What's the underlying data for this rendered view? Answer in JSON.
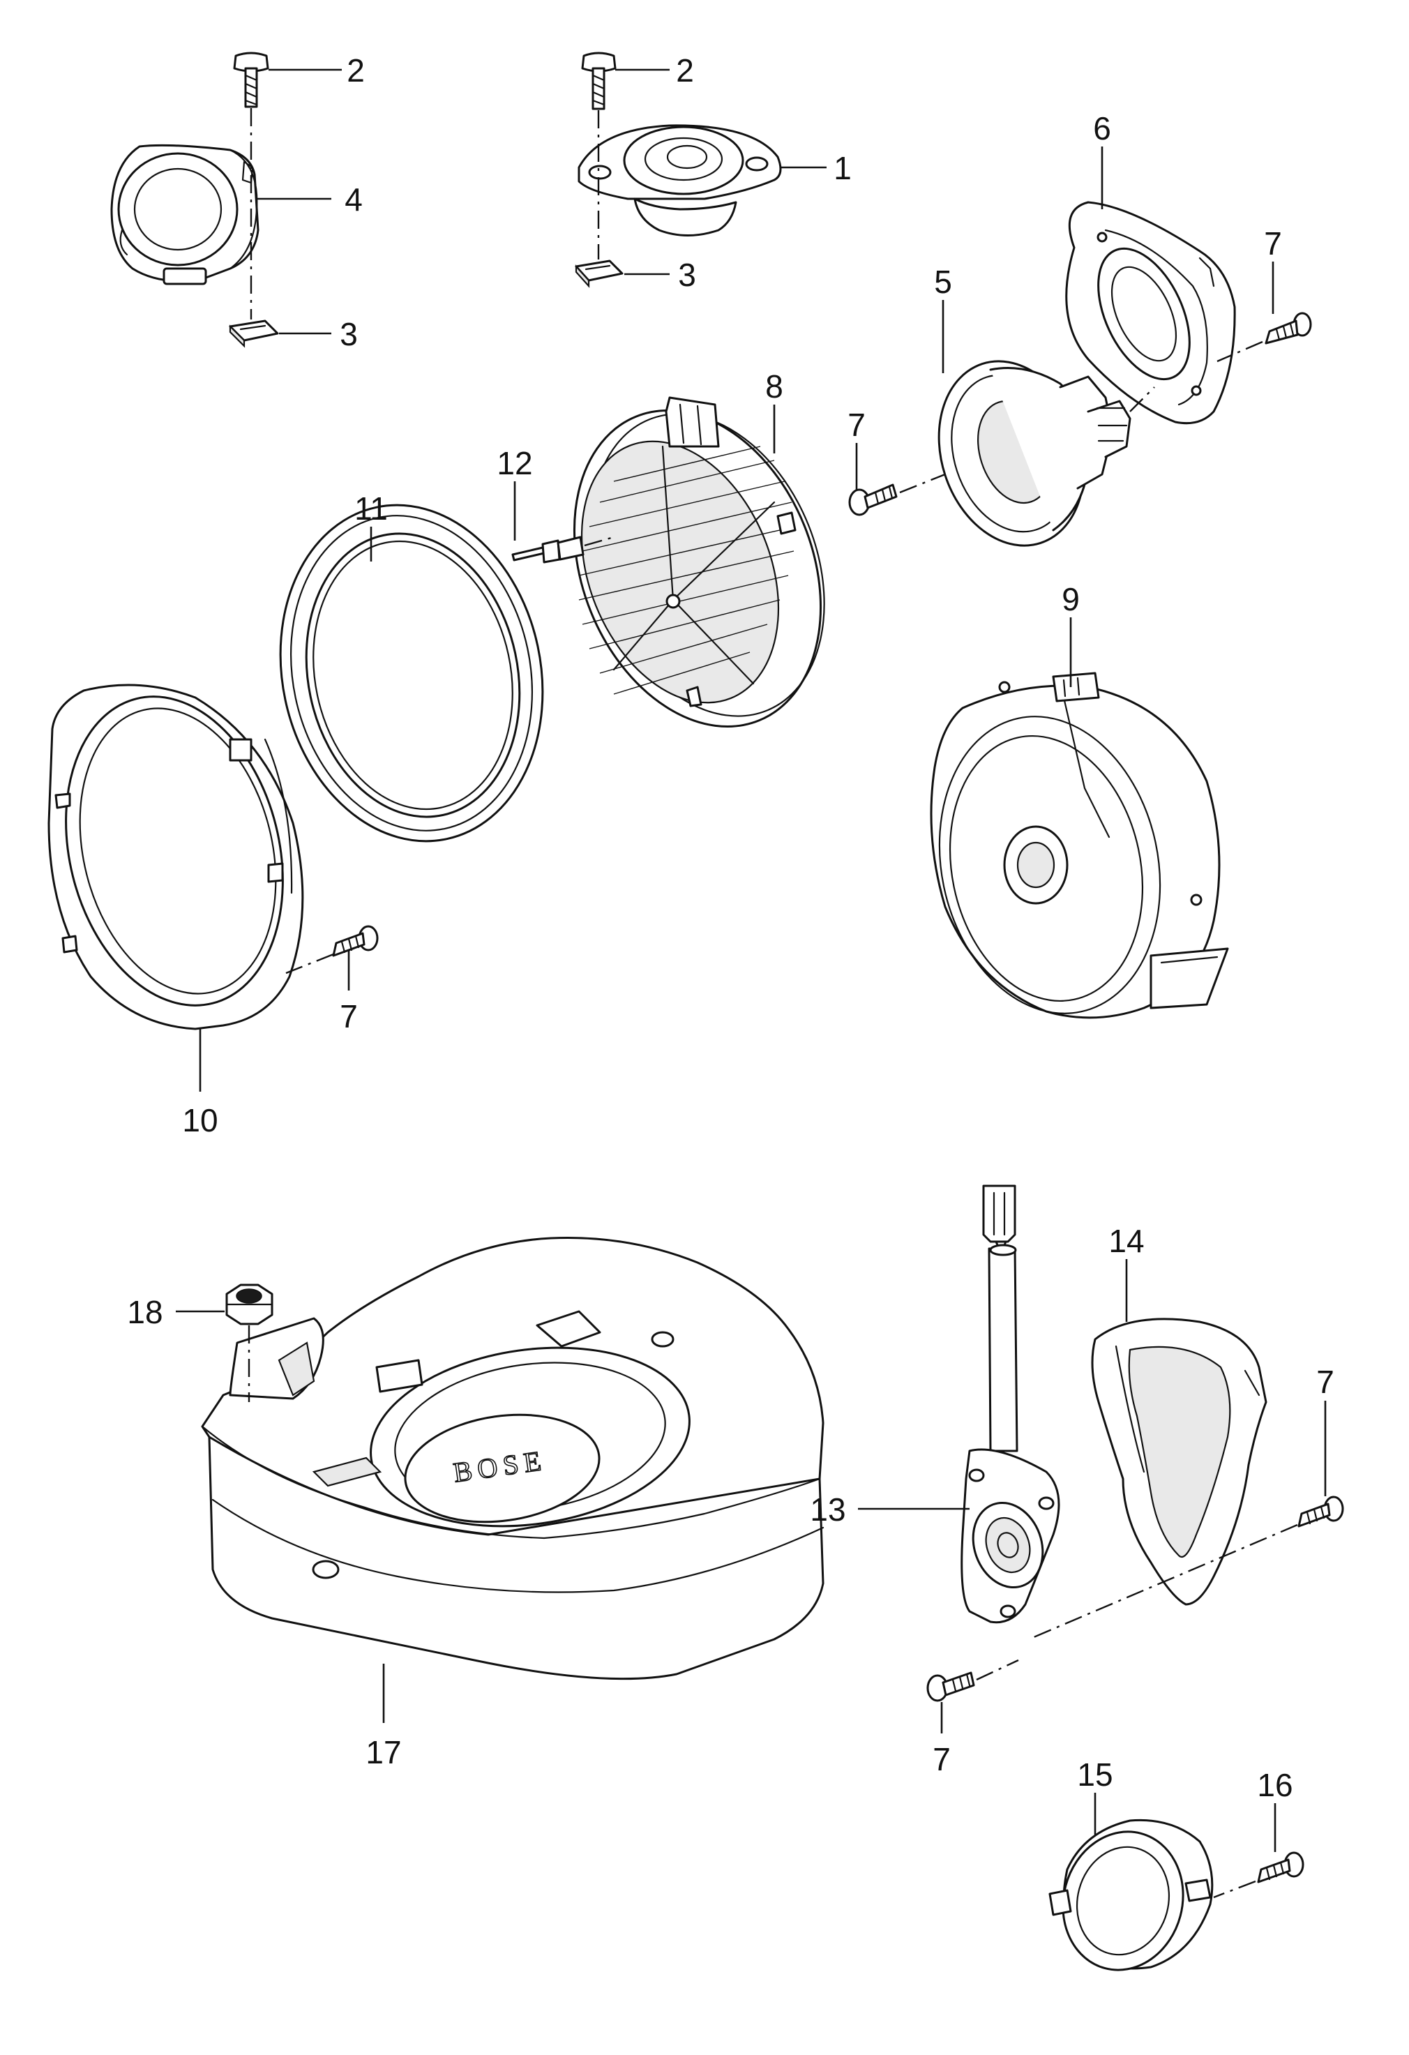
{
  "callouts": [
    {
      "id": "c1",
      "label": "1"
    },
    {
      "id": "c2a",
      "label": "2"
    },
    {
      "id": "c2b",
      "label": "2"
    },
    {
      "id": "c3a",
      "label": "3"
    },
    {
      "id": "c3b",
      "label": "3"
    },
    {
      "id": "c4",
      "label": "4"
    },
    {
      "id": "c5",
      "label": "5"
    },
    {
      "id": "c6",
      "label": "6"
    },
    {
      "id": "c7a",
      "label": "7"
    },
    {
      "id": "c7b",
      "label": "7"
    },
    {
      "id": "c7c",
      "label": "7"
    },
    {
      "id": "c7d",
      "label": "7"
    },
    {
      "id": "c7e",
      "label": "7"
    },
    {
      "id": "c8",
      "label": "8"
    },
    {
      "id": "c9",
      "label": "9"
    },
    {
      "id": "c10",
      "label": "10"
    },
    {
      "id": "c11",
      "label": "11"
    },
    {
      "id": "c12",
      "label": "12"
    },
    {
      "id": "c13",
      "label": "13"
    },
    {
      "id": "c14",
      "label": "14"
    },
    {
      "id": "c15",
      "label": "15"
    },
    {
      "id": "c16",
      "label": "16"
    },
    {
      "id": "c17",
      "label": "17"
    },
    {
      "id": "c18",
      "label": "18"
    }
  ],
  "logo": {
    "text": "BOSE"
  }
}
